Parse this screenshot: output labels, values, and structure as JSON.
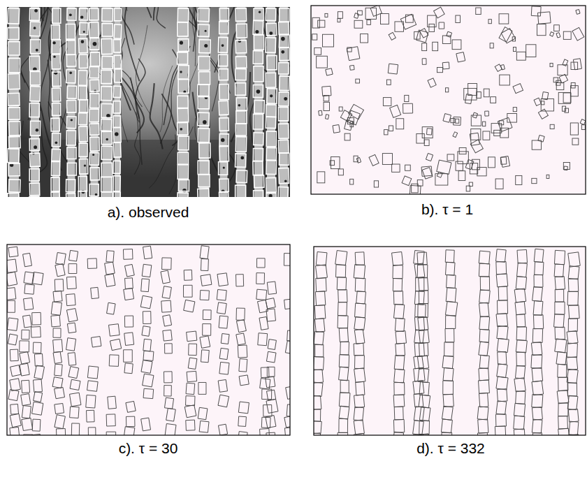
{
  "diagram": {
    "labels": [
      "a). observed",
      "b). τ = 1",
      "c). τ = 30",
      "d). τ = 332"
    ]
  }
}
